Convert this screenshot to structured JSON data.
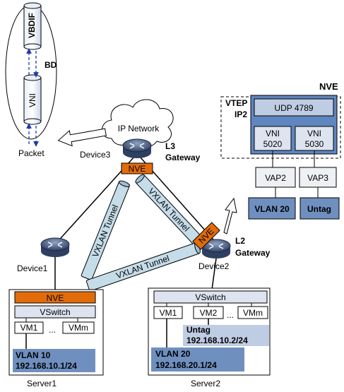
{
  "bd_figure": {
    "vbdif": "VBDIF",
    "bd": "BD",
    "vni": "VNI",
    "packet": "Packet"
  },
  "cloud": {
    "label": "IP Network"
  },
  "device3": {
    "label": "Device3",
    "nve": "NVE"
  },
  "l3_gateway": {
    "line1": "L3",
    "line2": "Gateway"
  },
  "device1": {
    "label": "Device1"
  },
  "device2": {
    "label": "Device2",
    "nve": "NVE"
  },
  "l2_gateway": {
    "line1": "L2",
    "line2": "Gateway"
  },
  "tunnels": {
    "left": "VXLAN Tunnel",
    "right": "VXLAN Tunnel",
    "bottom": "VXLAN Tunnel"
  },
  "nve_detail": {
    "title": "NVE",
    "vtep_line1": "VTEP",
    "vtep_line2": "IP2",
    "udp": "UDP 4789",
    "vni1_line1": "VNI",
    "vni1_line2": "5020",
    "vni2_line1": "VNI",
    "vni2_line2": "5030",
    "vap2": "VAP2",
    "vap3": "VAP3",
    "vlan20": "VLAN 20",
    "untag": "Untag"
  },
  "server1": {
    "label": "Server1",
    "nve": "NVE",
    "vswitch": "VSwitch",
    "vm1": "VM1",
    "dots": "...",
    "vmm": "VMm",
    "vlan_line1": "VLAN 10",
    "vlan_line2": "192.168.10.1/24"
  },
  "server2": {
    "label": "Server2",
    "vswitch": "VSwitch",
    "vm1": "VM1",
    "vm2": "VM2",
    "dots": "...",
    "vmm": "VMm",
    "untag_line1": "Untag",
    "untag_line2": "192.168.10.2/24",
    "vlan_line1": "VLAN 20",
    "vlan_line2": "192.168.20.1/24"
  },
  "colors": {
    "nve_orange": "#e36c0a",
    "blue_dark": "#6f8fbf",
    "blue_light": "#bfcde4",
    "box_fill": "#dde4ef",
    "tunnel": "#c5dce9"
  }
}
